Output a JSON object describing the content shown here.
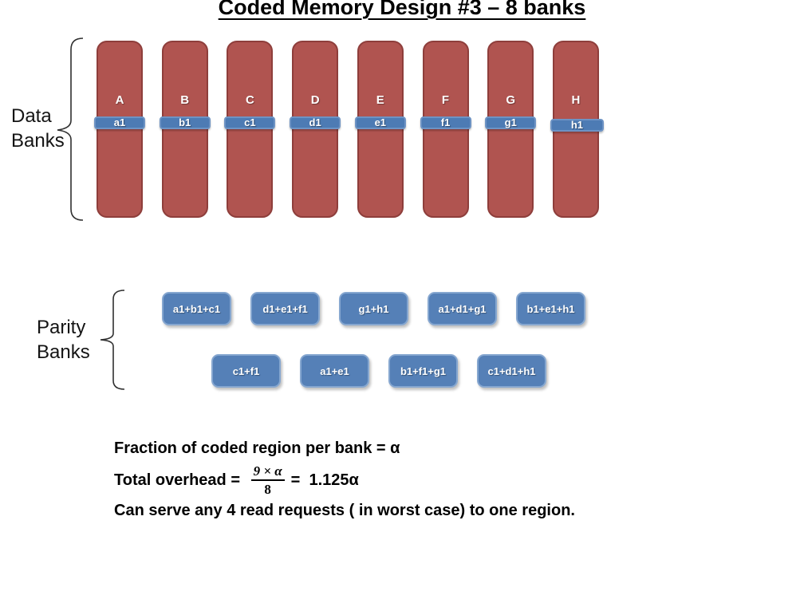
{
  "title": "Coded Memory Design #3 – 8 banks",
  "side_labels": {
    "data": "Data\nBanks",
    "parity": "Parity\nBanks"
  },
  "data_banks": [
    {
      "name": "A",
      "cell": "a1"
    },
    {
      "name": "B",
      "cell": "b1"
    },
    {
      "name": "C",
      "cell": "c1"
    },
    {
      "name": "D",
      "cell": "d1"
    },
    {
      "name": "E",
      "cell": "e1"
    },
    {
      "name": "F",
      "cell": "f1"
    },
    {
      "name": "G",
      "cell": "g1"
    },
    {
      "name": "H",
      "cell": "h1"
    }
  ],
  "parity_row1": [
    "a1+b1+c1",
    "d1+e1+f1",
    "g1+h1",
    "a1+d1+g1",
    "b1+e1+h1"
  ],
  "parity_row2": [
    "c1+f1",
    "a1+e1",
    "b1+f1+g1",
    "c1+d1+h1"
  ],
  "notes": {
    "line1": "Fraction of coded region per bank = α",
    "overhead_prefix": "Total overhead = ",
    "fraction": {
      "numerator": "9 × α",
      "denominator": "8"
    },
    "overhead_suffix": "=  1.125α",
    "line3": "Can serve any 4 read requests ( in worst case) to one region."
  },
  "colors": {
    "bank_fill": "#b05450",
    "bank_border": "#8e3e3b",
    "strip_fill": "#4d7bb4",
    "strip_border": "#6d93c4",
    "parity_fill": "#5580b7",
    "parity_border": "#86a7d0",
    "text_on_shapes": "#ffffff",
    "body_text": "#000000"
  }
}
